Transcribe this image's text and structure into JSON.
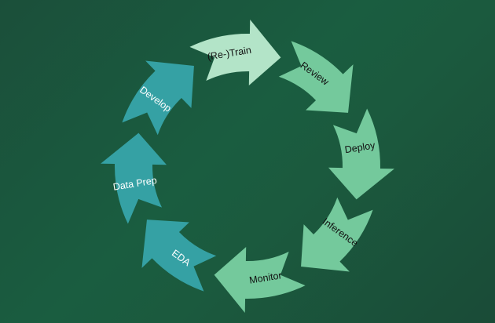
{
  "diagram": {
    "type": "cycle",
    "title": "",
    "colors": {
      "background": "#1a5a3e",
      "retrain": "#b3e4c8",
      "ops": "#74c99c",
      "data": "#35a1a4",
      "dark_text": "#111111",
      "light_text": "#ffffff"
    },
    "segments": [
      {
        "label": "(Re-)Train",
        "color": "#b3e4c8",
        "text_color": "#111111"
      },
      {
        "label": "Review",
        "color": "#74c99c",
        "text_color": "#111111"
      },
      {
        "label": "Deploy",
        "color": "#74c99c",
        "text_color": "#111111"
      },
      {
        "label": "Inference",
        "color": "#74c99c",
        "text_color": "#111111"
      },
      {
        "label": "Monitor",
        "color": "#74c99c",
        "text_color": "#111111"
      },
      {
        "label": "EDA",
        "color": "#35a1a4",
        "text_color": "#ffffff"
      },
      {
        "label": "Data Prep",
        "color": "#35a1a4",
        "text_color": "#ffffff"
      },
      {
        "label": "Develop",
        "color": "#35a1a4",
        "text_color": "#ffffff"
      }
    ],
    "direction": "clockwise"
  }
}
